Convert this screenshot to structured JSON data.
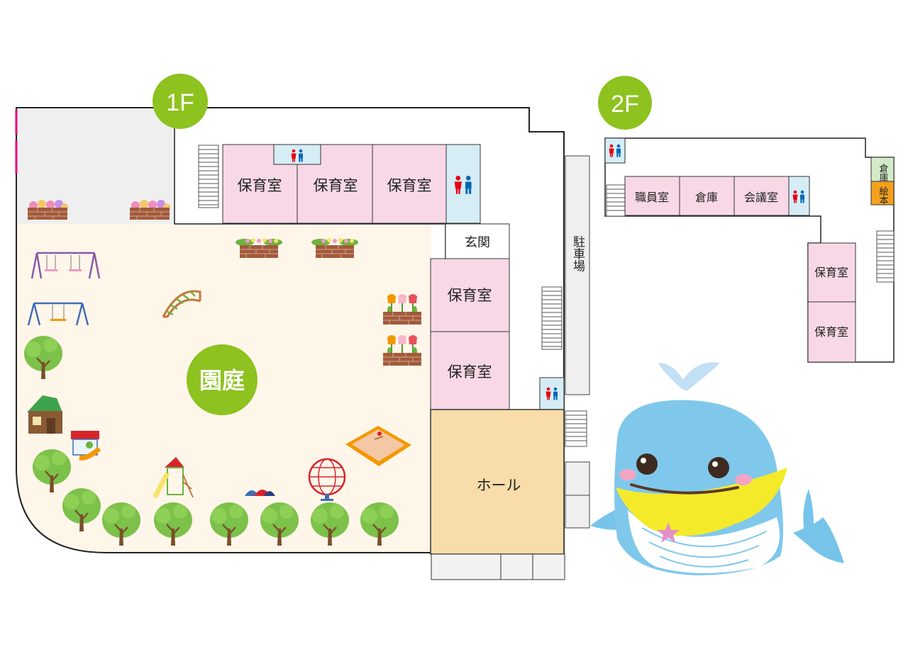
{
  "floors": {
    "first": {
      "badge": "1F",
      "garden_label": "園庭",
      "rooms": {
        "nursery_a": "保育室",
        "nursery_b": "保育室",
        "nursery_c": "保育室",
        "nursery_d": "保育室",
        "nursery_e": "保育室",
        "entrance": "玄関",
        "hall": "ホール"
      },
      "parking_label": "駐車場"
    },
    "second": {
      "badge": "2F",
      "rooms": {
        "staff_room": "職員室",
        "storage": "倉庫",
        "meeting_room": "会議室",
        "small_storage": "倉庫",
        "picture_books": "絵本",
        "nursery_f": "保育室",
        "nursery_g": "保育室"
      }
    }
  },
  "colors": {
    "badge_green": "#8dc21f",
    "nursery_pink": "#f8d8e6",
    "restroom_blue": "#d6edf6",
    "hall_orange": "#f8dcaa",
    "garden_cream": "#fff6ea",
    "yard_gray": "#efefef",
    "storage_green": "#d3ebc8",
    "books_orange": "#f4a11d",
    "accent_magenta": "#e4007f"
  },
  "icons": [
    "restroom-icon",
    "tree-icon",
    "flower-bed-icon",
    "tulip-bed-icon",
    "swing-icon",
    "jungle-gym-icon",
    "house-icon",
    "slide-icon",
    "sandbox-icon",
    "tunnel-icon",
    "globe-climber-icon",
    "stairs-icon",
    "whale-mascot-icon"
  ]
}
